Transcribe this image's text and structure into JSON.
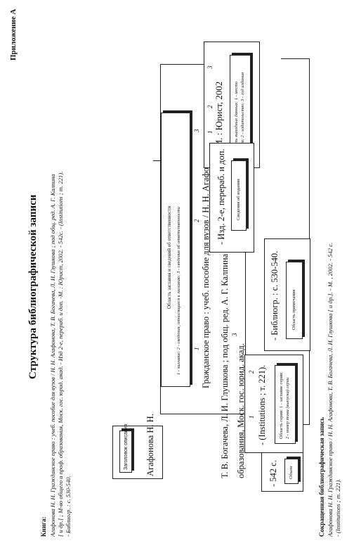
{
  "appendix_label": "Приложение А",
  "main_title": "Структура библиографической записи",
  "book_record": {
    "heading": "Книга:",
    "lines": [
      "Агафонова Н. Н. Гражданское право : учеб. пособие для вузов / Н. Н. Агафонова, Т. В. Богачева, Л. И. Глушкова ; под общ. ред. А. Г. Калпина",
      "[ и др.] ; М-во общего и проф. образования, Моск. гос. юрид. акад. - Изд 2-е, перераб. и доп. -М. : Юрист, 2002. - 542с. - (Institutions ; т. 221).",
      "- Библиогр. : с. 530-540."
    ]
  },
  "heading_box": {
    "label": "Заголовок описания",
    "value": "Агафонова Н. Н."
  },
  "title_area": {
    "caption_title": "Область заглавия и сведений об ответственности",
    "caption_legend": "1 - заглавие; 2 - сведения, относящиеся к заглавию; 3 - сведения об ответственности",
    "nums": [
      "1",
      "2",
      "3"
    ],
    "line1": "Гражданское право : учеб. пособие для вузов / Н. Н. Агафонова,",
    "line2": "Т. В. Богачева, Л. И. Глушкова ; под общ. ред. А. Г. Калпина [ и др.] ; М-во общего и проф.",
    "line3": "образования, Моск. гос. юрид. акад.",
    "num_under": [
      "3",
      "3",
      "3"
    ]
  },
  "publication_area": {
    "value": "- М. : Юрист, 2002",
    "nums": [
      "1",
      "2",
      "3"
    ],
    "caption": [
      "Область выходных данных: 1 - место",
      "издания; 2 - издательство; 3 - год издания"
    ]
  },
  "edition_area": {
    "value": "- Изд. 2-е, перераб. и доп.",
    "caption": "Сведения об издании"
  },
  "notes_area": {
    "value": "- Библиогр. : с. 530-540.",
    "caption": "Область примечания"
  },
  "series_area": {
    "value": "- (Institutions ; т. 221).",
    "nums": [
      "1",
      "2"
    ],
    "caption": [
      "Область серии: 1 - заглавие серии;",
      "2 - номер тома (выпуска) серии"
    ]
  },
  "volume_area": {
    "value": "- 542 с.",
    "caption": "Объем"
  },
  "short_record": {
    "heading": "Сокращенная библиографическая запись",
    "lines": [
      "Агафонова Н. Н. Гражданское право / Н. Н. Агафонова, Т. В. Богачева, Л. И. Глушкова [ и др.]. - М. , 2002. - 542 с.",
      "- (Institutions ; т. 221)."
    ]
  }
}
